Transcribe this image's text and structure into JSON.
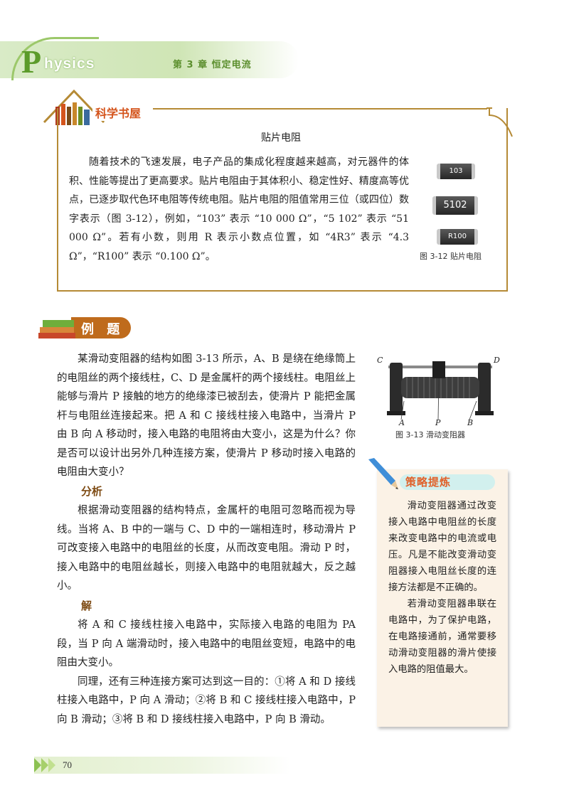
{
  "header": {
    "logo_letter": "P",
    "logo_rest": "hysics",
    "chapter": "第 3 章   恒定电流",
    "accent": "#5b9b2a"
  },
  "sidebar_box": {
    "title": "科学书屋",
    "article_title": "贴片电阻",
    "paragraph": "随着技术的飞速发展，电子产品的集成化程度越来越高，对元器件的体积、性能等提出了更高要求。贴片电阻由于其体积小、稳定性好、精度高等优点，已逐步取代色环电阻等传统电阻。贴片电阻的阻值常用三位（或四位）数字表示（图 3-12），例如，“103” 表示 “10 000 Ω”，“5 102” 表示 “51 000 Ω”。若有小数，则用 R 表示小数点位置，如 “4R3” 表示 “4.3 Ω”，“R100” 表示 “0.100 Ω”。",
    "chips": [
      "103",
      "5102",
      "R100"
    ],
    "figure_caption": "图 3-12   贴片电阻",
    "border_color": "#b58a35"
  },
  "example": {
    "label": "例 题",
    "question": "某滑动变阻器的结构如图 3-13 所示，A、B 是绕在绝缘筒上的电阻丝的两个接线柱，C、D 是金属杆的两个接线柱。电阻丝上能够与滑片 P 接触的地方的绝缘漆已被刮去，使滑片 P 能把金属杆与电阻丝连接起来。把 A 和 C 接线柱接入电路中，当滑片 P 由 B 向 A 移动时，接入电路的电阻将由大变小，这是为什么？你是否可以设计出另外几种连接方案，使滑片 P 移动时接入电路的电阻由大变小？",
    "analysis_head": "分析",
    "analysis": "根据滑动变阻器的结构特点，金属杆的电阻可忽略而视为导线。当将 A、B 中的一端与 C、D 中的一端相连时，移动滑片 P 可改变接入电路中的电阻丝的长度，从而改变电阻。滑动 P 时，接入电路中的电阻丝越长，则接入电路中的电阻就越大，反之越小。",
    "solution_head": "解",
    "solution_1": "将 A 和 C 接线柱接入电路中，实际接入电路的电阻为 PA 段，当 P 向 A 端滑动时，接入电路中的电阻丝变短，电路中的电阻由大变小。",
    "solution_2": "同理，还有三种连接方案可达到这一目的：①将 A 和 D 接线柱接入电路中，P 向 A 滑动；②将 B 和 C 接线柱接入电路中，P 向 B 滑动；③将 B 和 D 接线柱接入电路中，P 向 B 滑动。",
    "accent": "#bf6b1c"
  },
  "figure_13": {
    "labels": {
      "c": "C",
      "d": "D",
      "a": "A",
      "p": "P",
      "b": "B"
    },
    "caption": "图 3-13   滑动变阻器"
  },
  "strategy": {
    "title": "策略提炼",
    "p1": "滑动变阻器通过改变接入电路中电阻丝的长度来改变电路中的电流或电压。凡是不能改变滑动变阻器接入电阻丝长度的连接方法都是不正确的。",
    "p2": "若滑动变阻器串联在电路中，为了保护电路，在电路接通前，通常要移动滑动变阻器的滑片使接入电路的阻值最大。",
    "title_color": "#e0612a"
  },
  "footer": {
    "page_number": "70"
  }
}
